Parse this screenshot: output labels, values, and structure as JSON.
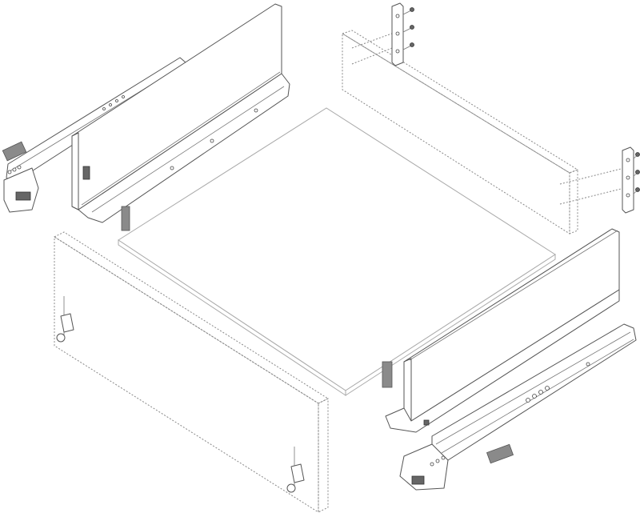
{
  "diagram": {
    "type": "exploded-assembly-drawing",
    "parts": [
      "left-drawer-side",
      "left-runner",
      "back-panel",
      "rear-brackets",
      "drawer-bottom",
      "front-panel",
      "right-drawer-side",
      "right-runner",
      "grey-tabs"
    ],
    "colors": {
      "line": "#555555",
      "tab": "#8a8a8a",
      "background": "#ffffff"
    }
  }
}
